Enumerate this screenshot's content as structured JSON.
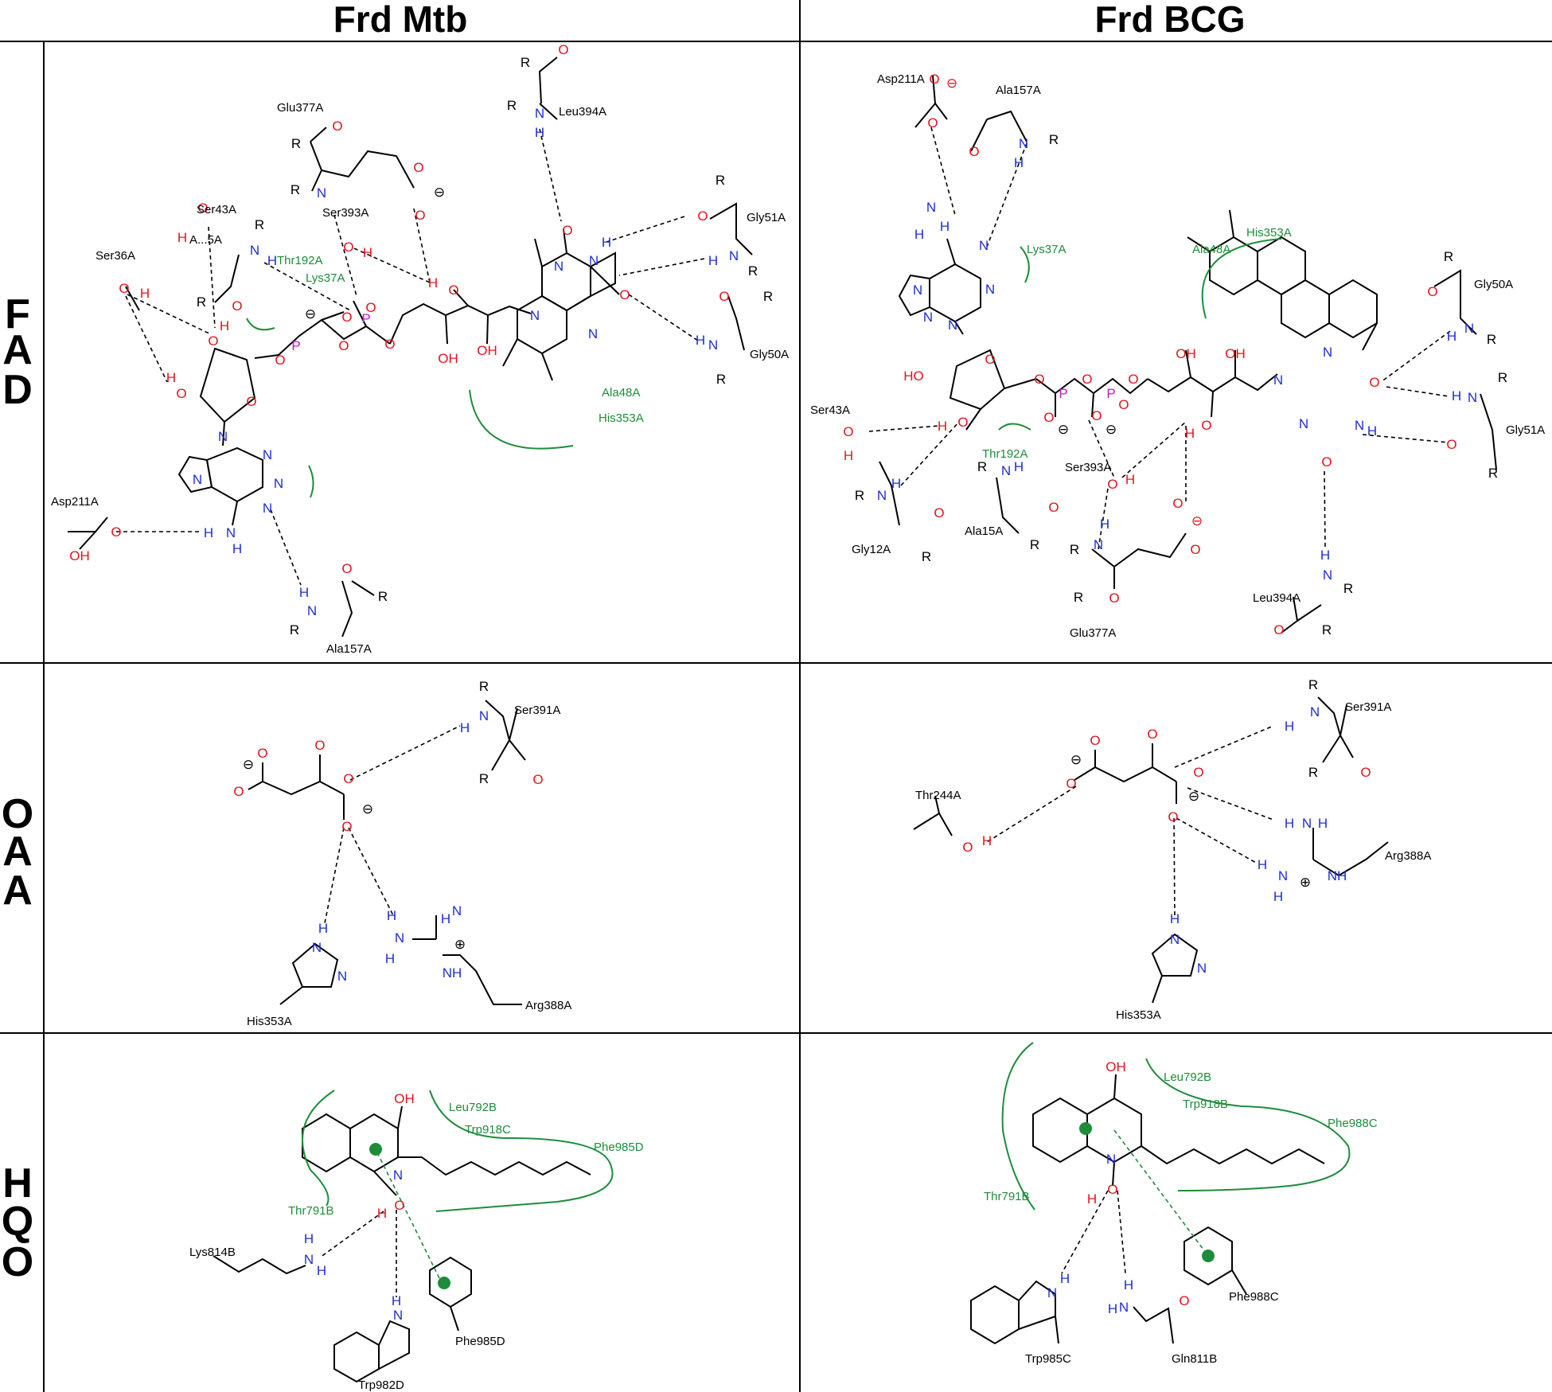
{
  "headers": {
    "mtb": "Frd Mtb",
    "bcg": "Frd BCG"
  },
  "rows": {
    "fad": [
      "F",
      "A",
      "D"
    ],
    "oaa": [
      "O",
      "A",
      "A"
    ],
    "hqo": [
      "H",
      "Q",
      "O"
    ]
  },
  "atoms": {
    "R": "R",
    "O": "O",
    "N": "N",
    "H": "H",
    "P": "P",
    "OH": "OH",
    "HO": "HO",
    "NH": "NH",
    "minus": "⊖",
    "plus": "⊕"
  },
  "residues": {
    "fad_mtb": {
      "leu394": "Leu394A",
      "glu377": "Glu377A",
      "ser393": "Ser393A",
      "ser43": "Ser43A",
      "ala15": "A...5A",
      "thr192": "Thr192A",
      "lys37": "Lys37A",
      "ser36": "Ser36A",
      "gly51": "Gly51A",
      "gly50": "Gly50A",
      "ala48": "Ala48A",
      "his353": "His353A",
      "asp211": "Asp211A",
      "ala157": "Ala157A"
    },
    "fad_bcg": {
      "asp211": "Asp211A",
      "ala157": "Ala157A",
      "lys37": "Lys37A",
      "his353": "His353A",
      "ala48": "Ala48A",
      "gly50": "Gly50A",
      "gly51": "Gly51A",
      "ser43": "Ser43A",
      "thr192": "Thr192A",
      "ser393": "Ser393A",
      "gly12": "Gly12A",
      "ala15": "Ala15A",
      "glu377": "Glu377A",
      "leu394": "Leu394A"
    },
    "oaa_mtb": {
      "ser391": "Ser391A",
      "his353": "His353A",
      "arg388": "Arg388A"
    },
    "oaa_bcg": {
      "ser391": "Ser391A",
      "thr244": "Thr244A",
      "arg388": "Arg388A",
      "his353": "His353A"
    },
    "hqo_mtb": {
      "leu792": "Leu792B",
      "trp918": "Trp918C",
      "phe985": "Phe985D",
      "thr791": "Thr791B",
      "lys814": "Lys814B",
      "trp982": "Trp982D",
      "phe985b": "Phe985D"
    },
    "hqo_bcg": {
      "leu792": "Leu792B",
      "trp918": "Trp918B",
      "phe988": "Phe988C",
      "thr791": "Thr791B",
      "trp985": "Trp985C",
      "gln811": "Gln811B",
      "phe988b": "Phe988C"
    }
  },
  "colors": {
    "oxygen": "#e0141e",
    "nitrogen": "#1f2fd0",
    "phosphorus": "#c21ac2",
    "hydrophobic": "#1e8c3a",
    "bond": "#000000"
  }
}
